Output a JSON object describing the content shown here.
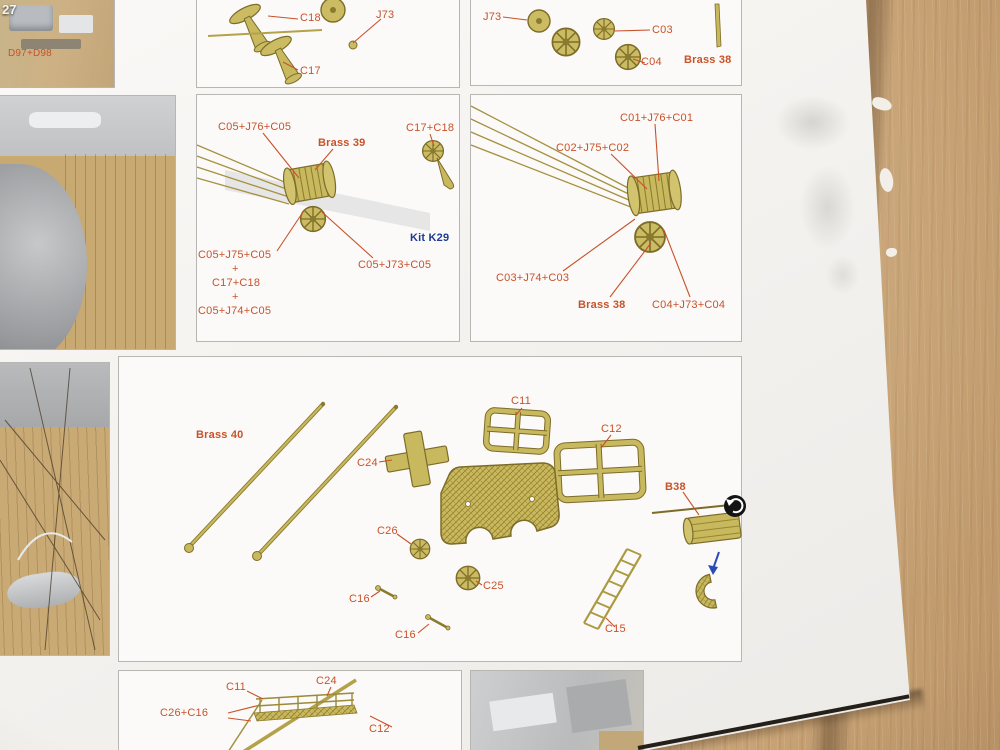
{
  "photo_captions": {
    "step_number": "27",
    "parts": "D97+D98"
  },
  "panel_vents": {
    "c18": "C18",
    "c17": "C17",
    "j73": "J73"
  },
  "panel_sheaves": {
    "j73": "J73",
    "c03": "C03",
    "c04": "C04",
    "brass": "Brass 38"
  },
  "panel_winch_a": {
    "top": "C05+J76+C05",
    "brass": "Brass 39",
    "pulley": "C17+C18",
    "kit": "Kit K29",
    "stack1": "C05+J75+C05",
    "plus1": "+",
    "stack2": "C17+C18",
    "plus2": "+",
    "stack3": "C05+J74+C05",
    "wheel": "C05+J73+C05"
  },
  "panel_winch_b": {
    "top": "C01+J76+C01",
    "second": "C02+J75+C02",
    "lower_left": "C03+J74+C03",
    "brass": "Brass 38",
    "lower_right": "C04+J73+C04"
  },
  "panel_fittings": {
    "brass": "Brass 40",
    "c24": "C24",
    "c11": "C11",
    "c12": "C12",
    "c26": "C26",
    "c16_upper": "C16",
    "c16_lower": "C16",
    "c25": "C25",
    "c15": "C15",
    "b38": "B38"
  },
  "panel_assembly": {
    "c11": "C11",
    "c24": "C24",
    "c26_c16": "C26+C16",
    "c12": "C12"
  }
}
